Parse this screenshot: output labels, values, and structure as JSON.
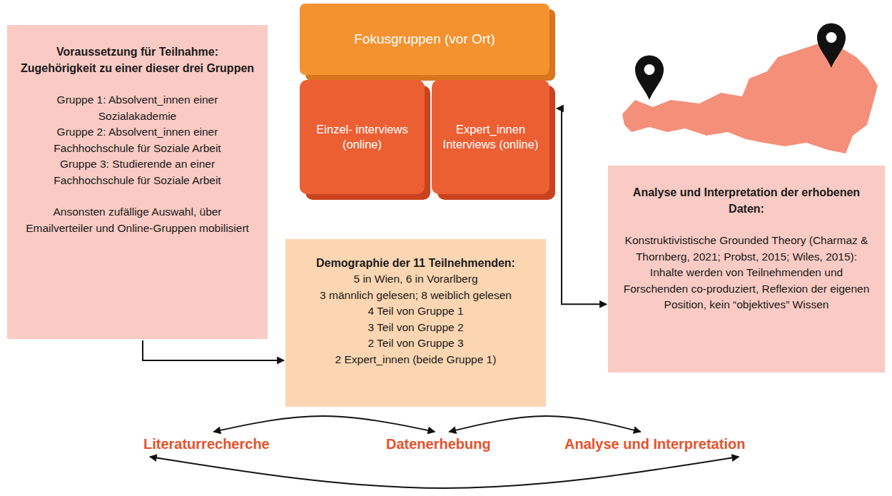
{
  "diagram": {
    "nodes": [
      {
        "text": [
          "Voraussetzung für Teilnahme: Zugehörigkeit zu einer dieser drei Gruppen",
          "Gruppe 1: Absolvent_innen einer Sozialakademie",
          "Gruppe 2: Absolvent_innen einer Fachhochschule für Soziale Arbeit",
          "Gruppe 3: Studierende an einer Fachhochschule für Soziale Arbeit",
          "Ansonsten zufällige Auswahl, über Emailverteiler und Online-Gruppen mobilisiert"
        ]
      },
      {
        "text": [
          "Fokusgruppen (vor Ort)"
        ]
      },
      {
        "text": [
          "Einzel- interviews (online)"
        ]
      },
      {
        "text": [
          "Expert_innen Interviews (online)"
        ]
      },
      {
        "text": [
          "Demographie der 11 Teilnehmenden:",
          "5 in Wien, 6 in Vorarlberg",
          "3 männlich gelesen; 8 weiblich gelesen",
          "4 Teil von Gruppe 1",
          "3 Teil von Gruppe 2",
          "2 Teil von Gruppe 3",
          "2 Expert_innen (beide Gruppe 1)"
        ]
      },
      {
        "text": [
          "Analyse und Interpretation der erhobenen Daten:",
          "Konstruktivistische Grounded Theory (Charmaz & Thornberg, 2021; Probst, 2015; Wiles, 2015): Inhalte werden von Teilnehmenden und Forschenden co-produziert, Reflexion der eigenen Position, kein “objektives” Wissen"
        ]
      },
      {
        "text": [
          "Literaturrecherche"
        ]
      },
      {
        "text": [
          "Datenerhebung"
        ]
      },
      {
        "text": [
          "Analyse und Interpretation"
        ]
      }
    ],
    "edges": [
      {
        "from": 0,
        "to": 4,
        "arrow": "to"
      },
      {
        "from": 3,
        "to": 5,
        "arrow": "both"
      },
      {
        "from": 6,
        "to": 7,
        "arrow": "both"
      },
      {
        "from": 7,
        "to": 8,
        "arrow": "both"
      },
      {
        "from": 6,
        "to": 8,
        "arrow": "both"
      }
    ]
  }
}
